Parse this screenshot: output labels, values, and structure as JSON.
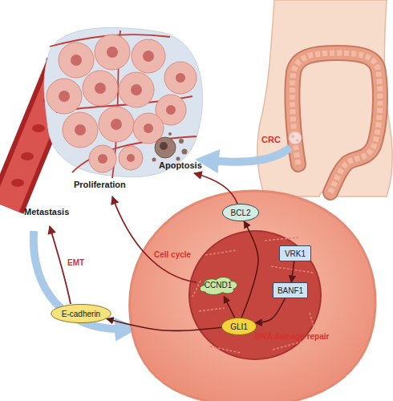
{
  "diagram": {
    "nodes": [
      {
        "text": [
          "BCL2"
        ]
      },
      {
        "text": [
          "VRK1"
        ]
      },
      {
        "text": [
          "CCND1"
        ]
      },
      {
        "text": [
          "BANF1"
        ]
      },
      {
        "text": [
          "E-cadherin"
        ]
      },
      {
        "text": [
          "GLI1"
        ]
      }
    ],
    "edges": [
      {
        "from": 1,
        "to": 3,
        "arrow": "to"
      },
      {
        "from": 3,
        "to": 5,
        "arrow": "to"
      },
      {
        "from": 5,
        "to": 0,
        "arrow": "to"
      },
      {
        "from": 5,
        "to": 2,
        "arrow": "to"
      },
      {
        "from": 5,
        "to": 4,
        "arrow": "to"
      }
    ],
    "labels": [
      "CRC",
      "Apoptosis",
      "Proliferation",
      "Metastasis",
      "EMT",
      "Cell cycle",
      "DNA damage repair"
    ]
  }
}
